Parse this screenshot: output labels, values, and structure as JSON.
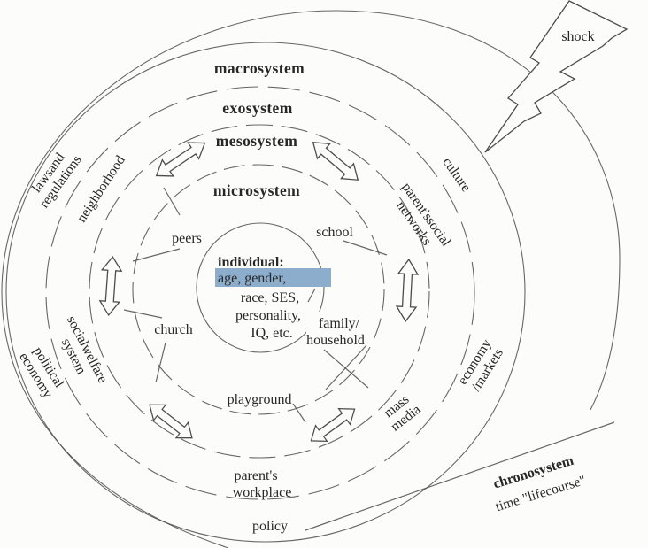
{
  "figure": {
    "kind": "ecological-systems-diagram"
  },
  "colors": {
    "highlight": "#8cadcb",
    "line": "#4c4c4c",
    "text": "#272727",
    "paper": "#fcfcfb"
  },
  "systems": {
    "macro": "macrosystem",
    "exo": "exosystem",
    "meso": "mesosystem",
    "micro": "microsystem"
  },
  "individual": {
    "heading": "individual:",
    "attr_highlighted": "age, gender,",
    "attr2": "race, SES,",
    "attr3": "personality,",
    "attr4": "IQ, etc."
  },
  "microsystem": {
    "peers": "peers",
    "school": "school",
    "church": "church",
    "family_line1": "family/",
    "family_line2": "household",
    "playground": "playground"
  },
  "exosystem": {
    "neighborhood": "neighborhood",
    "parents_social_line1": "parent'ssocial",
    "parents_social_line2": "networks",
    "social_welfare_line1": "socialwelfare",
    "social_welfare_line2": "system",
    "mass_media_line1": "mass",
    "mass_media_line2": "media",
    "parents_workplace_line1": "parent's",
    "parents_workplace_line2": "workplace"
  },
  "macrosystem": {
    "laws_line1": "lawsand",
    "laws_line2": "regulations",
    "culture": "culture",
    "political_economy_line1": "political",
    "political_economy_line2": "economy",
    "economy_markets_line1": "economy",
    "economy_markets_line2": "/markets",
    "policy": "policy"
  },
  "chronosystem": {
    "heading": "chronosystem",
    "subheading": "time/\"lifecourse\""
  },
  "annotations": {
    "shock": "shock"
  }
}
